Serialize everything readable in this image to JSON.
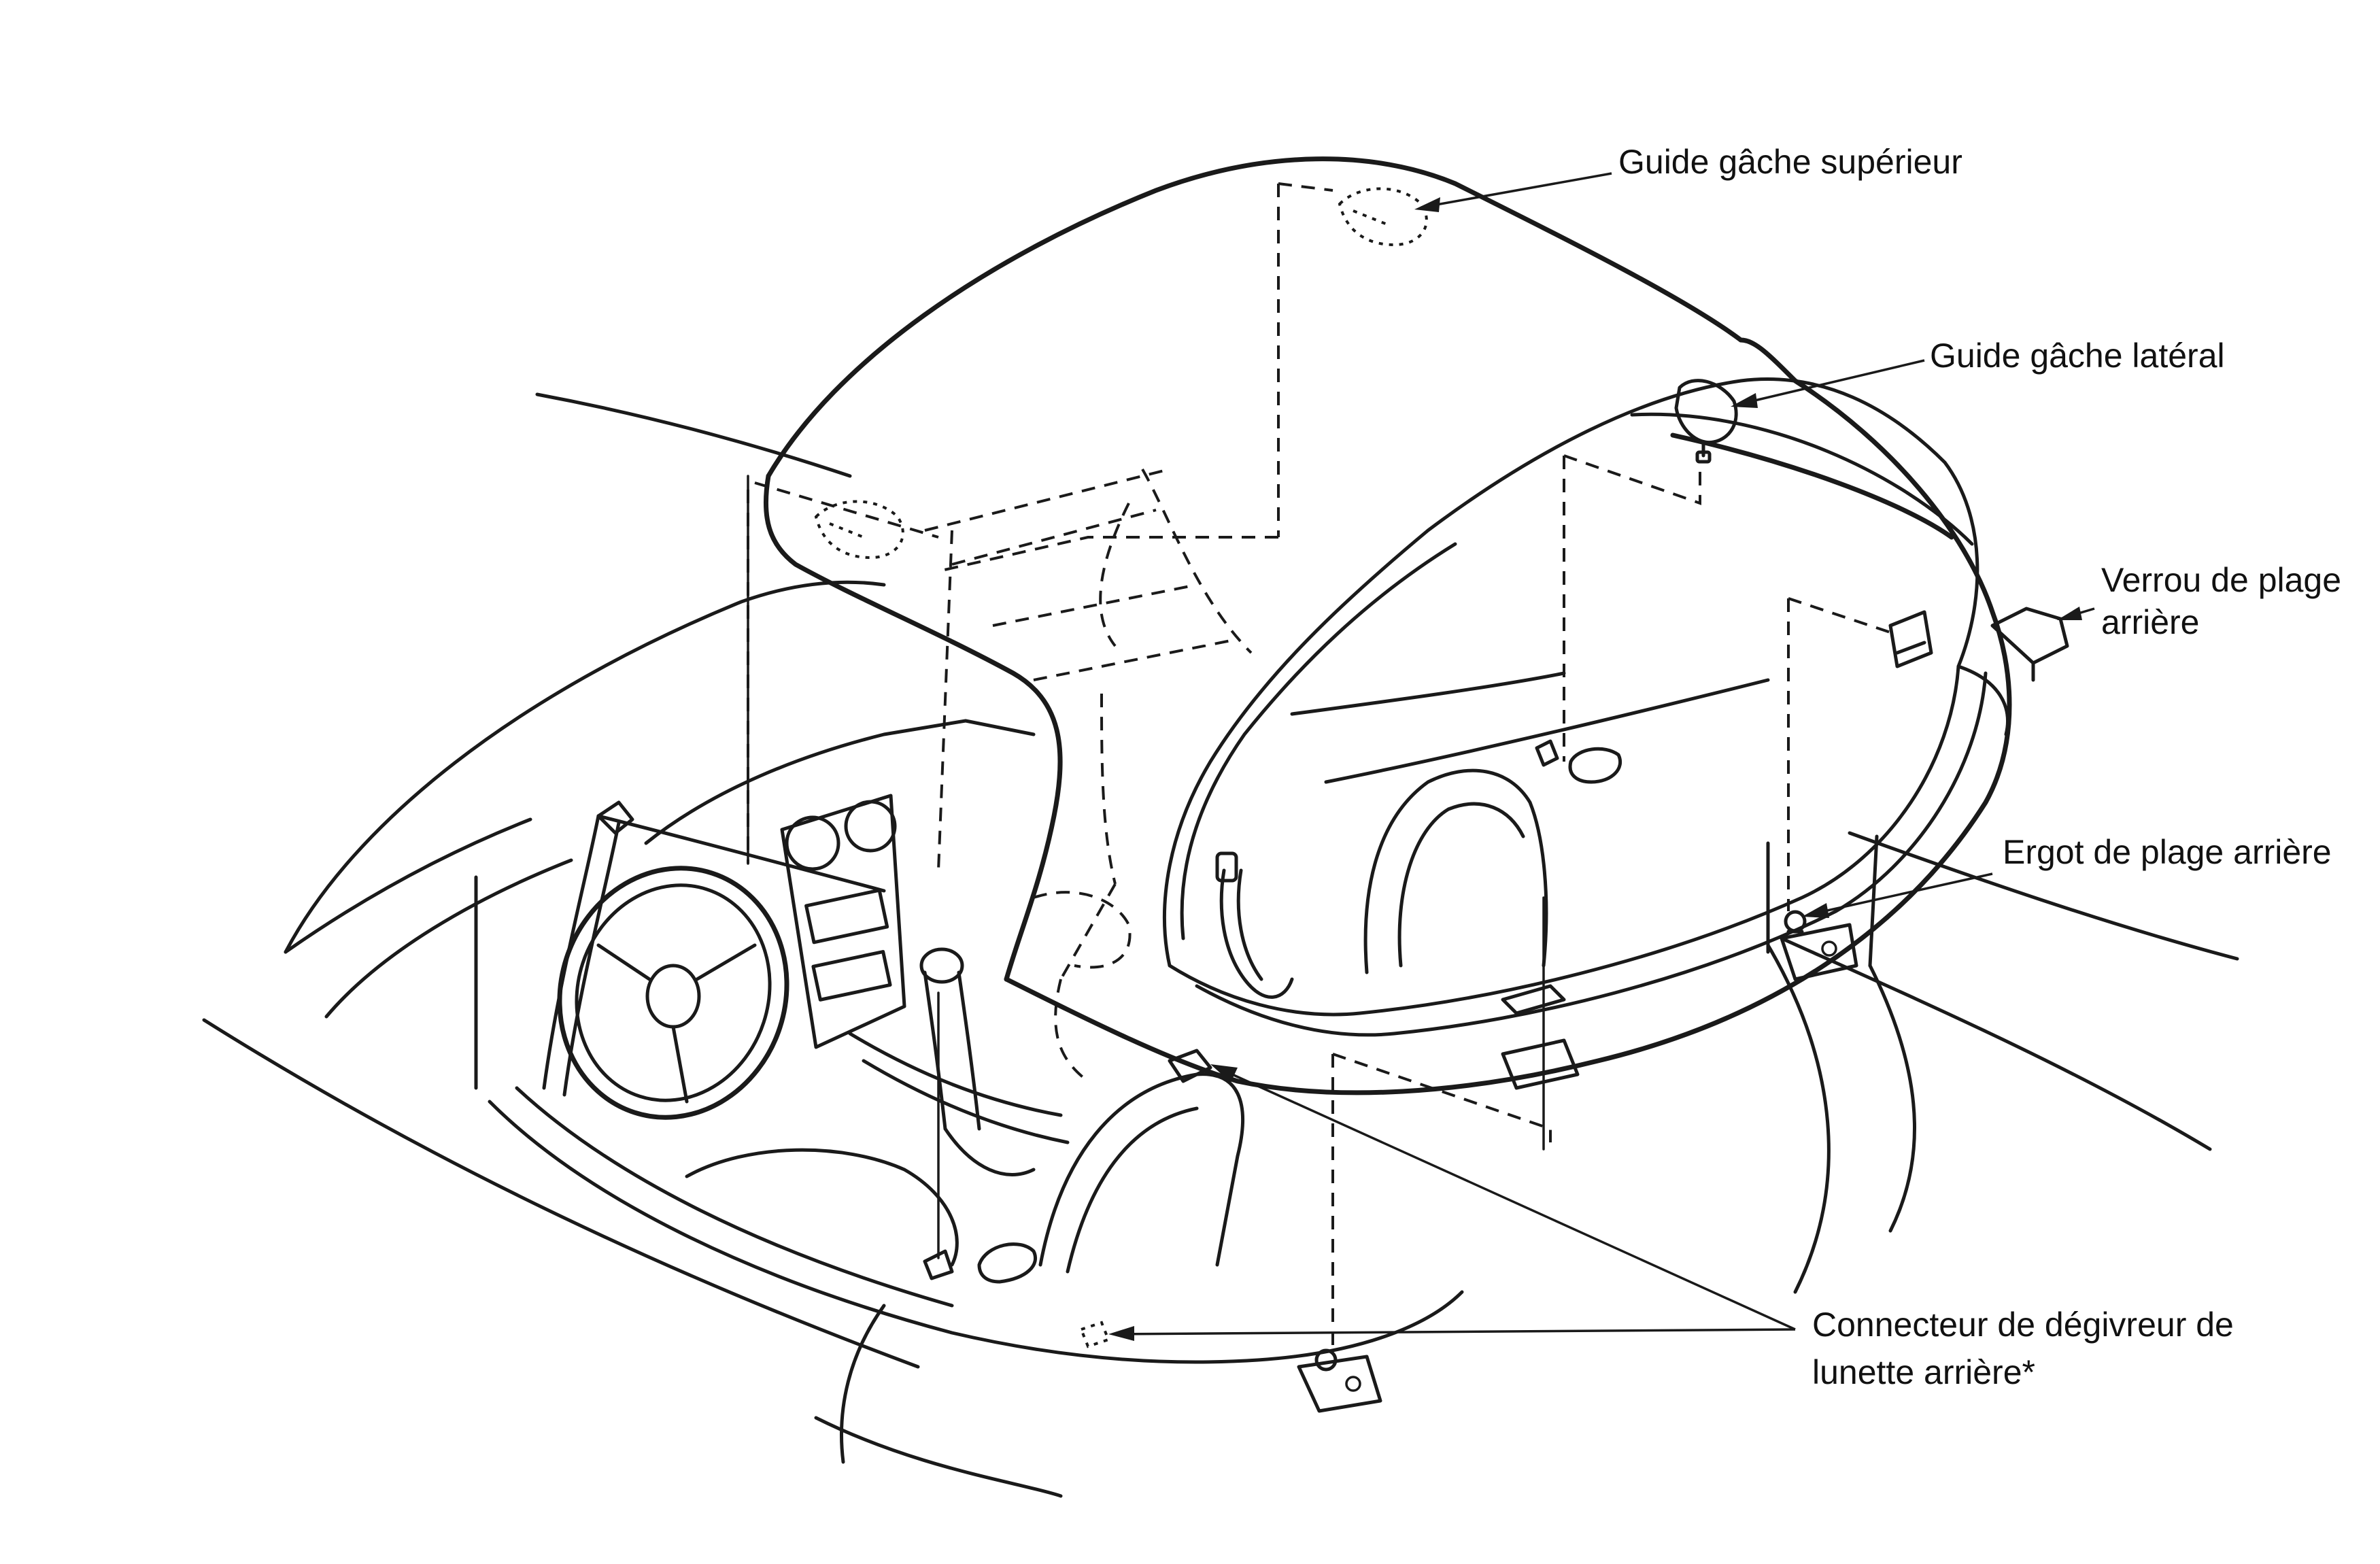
{
  "figure": {
    "labels": {
      "upper_striker_guide": "Guide gâche supérieur",
      "side_striker_guide": "Guide gâche latéral",
      "rear_deck_lock_line1": "Verrou de plage",
      "rear_deck_lock_line2": "arrière",
      "rear_deck_pin": "Ergot de plage arrière",
      "defroster_connector_line1": "Connecteur de dégivreur de",
      "defroster_connector_line2": "lunette arrière*"
    },
    "colors": {
      "ink": "#1a1a1a",
      "paper": "#ffffff"
    }
  }
}
